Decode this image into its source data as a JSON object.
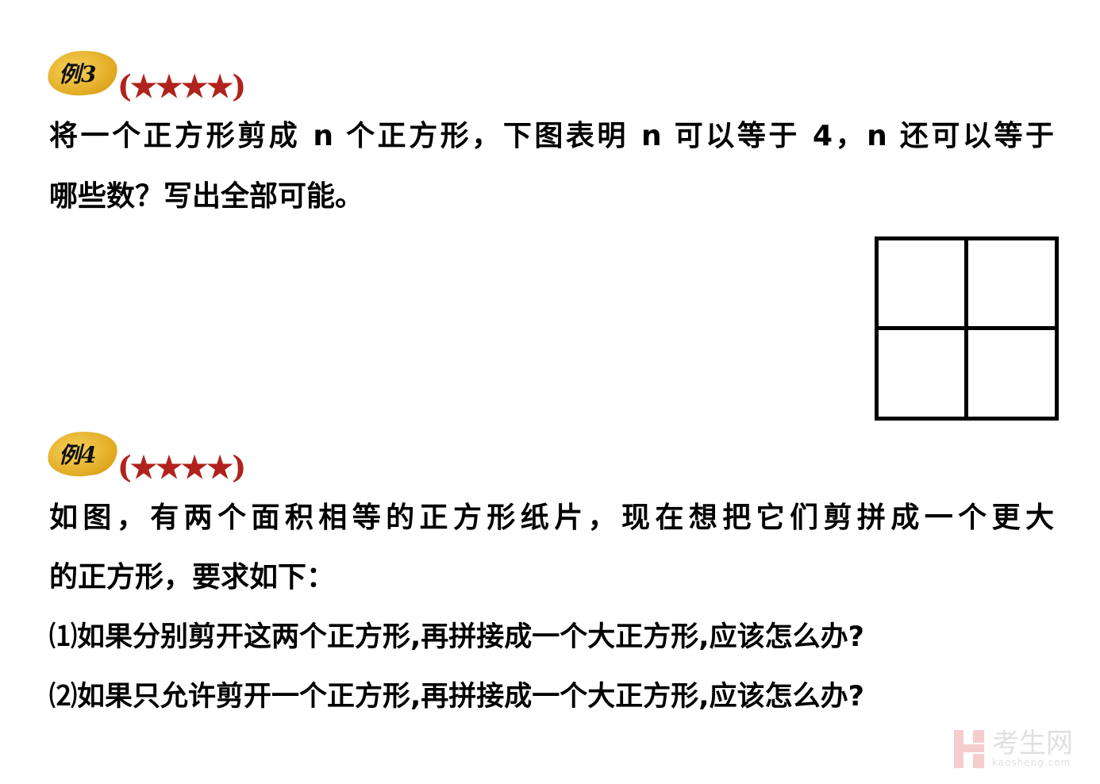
{
  "example3": {
    "badge": "例3",
    "difficulty": "(★★★★)",
    "lines": [
      "将一个正方形剪成 n 个正方形，下图表明 n 可以等于 4，n 还可以等于",
      "哪些数？写出全部可能。"
    ]
  },
  "example4": {
    "badge": "例4",
    "difficulty": "(★★★★)",
    "lines": [
      "如图，有两个面积相等的正方形纸片，现在想把它们剪拼成一个更大",
      "的正方形，要求如下：",
      "⑴如果分别剪开这两个正方形,再拼接成一个大正方形,应该怎么办?",
      "⑵如果只允许剪开一个正方形,再拼接成一个大正方形,应该怎么办?"
    ]
  },
  "watermark": {
    "name": "考生网",
    "url": "kaosheng.com"
  },
  "colors": {
    "stars": "#b0231c",
    "badge": "#e0a820"
  }
}
